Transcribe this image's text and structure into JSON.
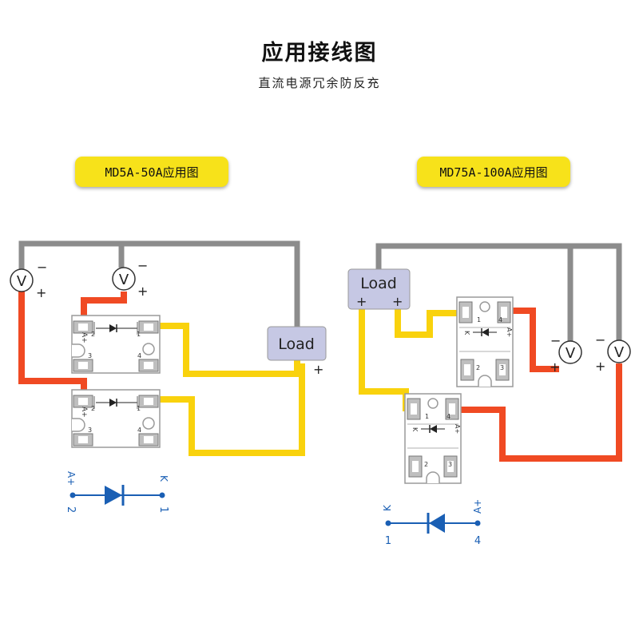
{
  "header": {
    "title": "应用接线图",
    "subtitle": "直流电源冗余防反充"
  },
  "left_panel": {
    "badge": "MD5A-50A应用图",
    "load_label": "Load",
    "load_plus": "+",
    "voltmeter_symbol": "V",
    "minus": "−",
    "plus": "+",
    "module_pins": {
      "p1": "1",
      "p2": "2",
      "p3": "3",
      "p4": "4",
      "anode": "A+",
      "cathode": "K"
    },
    "legend": {
      "anode_label": "A+",
      "cathode_label": "K",
      "anode_pin": "2",
      "cathode_pin": "1"
    }
  },
  "right_panel": {
    "badge": "MD75A-100A应用图",
    "load_label": "Load",
    "load_plus_left": "+",
    "load_plus_right": "+",
    "voltmeter_symbol": "V",
    "minus": "−",
    "plus": "+",
    "module_pins": {
      "p1": "1",
      "p2": "2",
      "p3": "3",
      "p4": "4",
      "anode": "A+",
      "cathode": "K"
    },
    "legend": {
      "anode_label": "A+",
      "cathode_label": "K",
      "anode_pin": "4",
      "cathode_pin": "1"
    }
  },
  "colors": {
    "gray_wire": "#8c8c8c",
    "red_wire": "#f04a23",
    "yellow_wire": "#f9d20d",
    "badge_yellow": "#f7e21a",
    "load_box": "#c6c8e4",
    "diode_blue": "#1a5fb4"
  }
}
